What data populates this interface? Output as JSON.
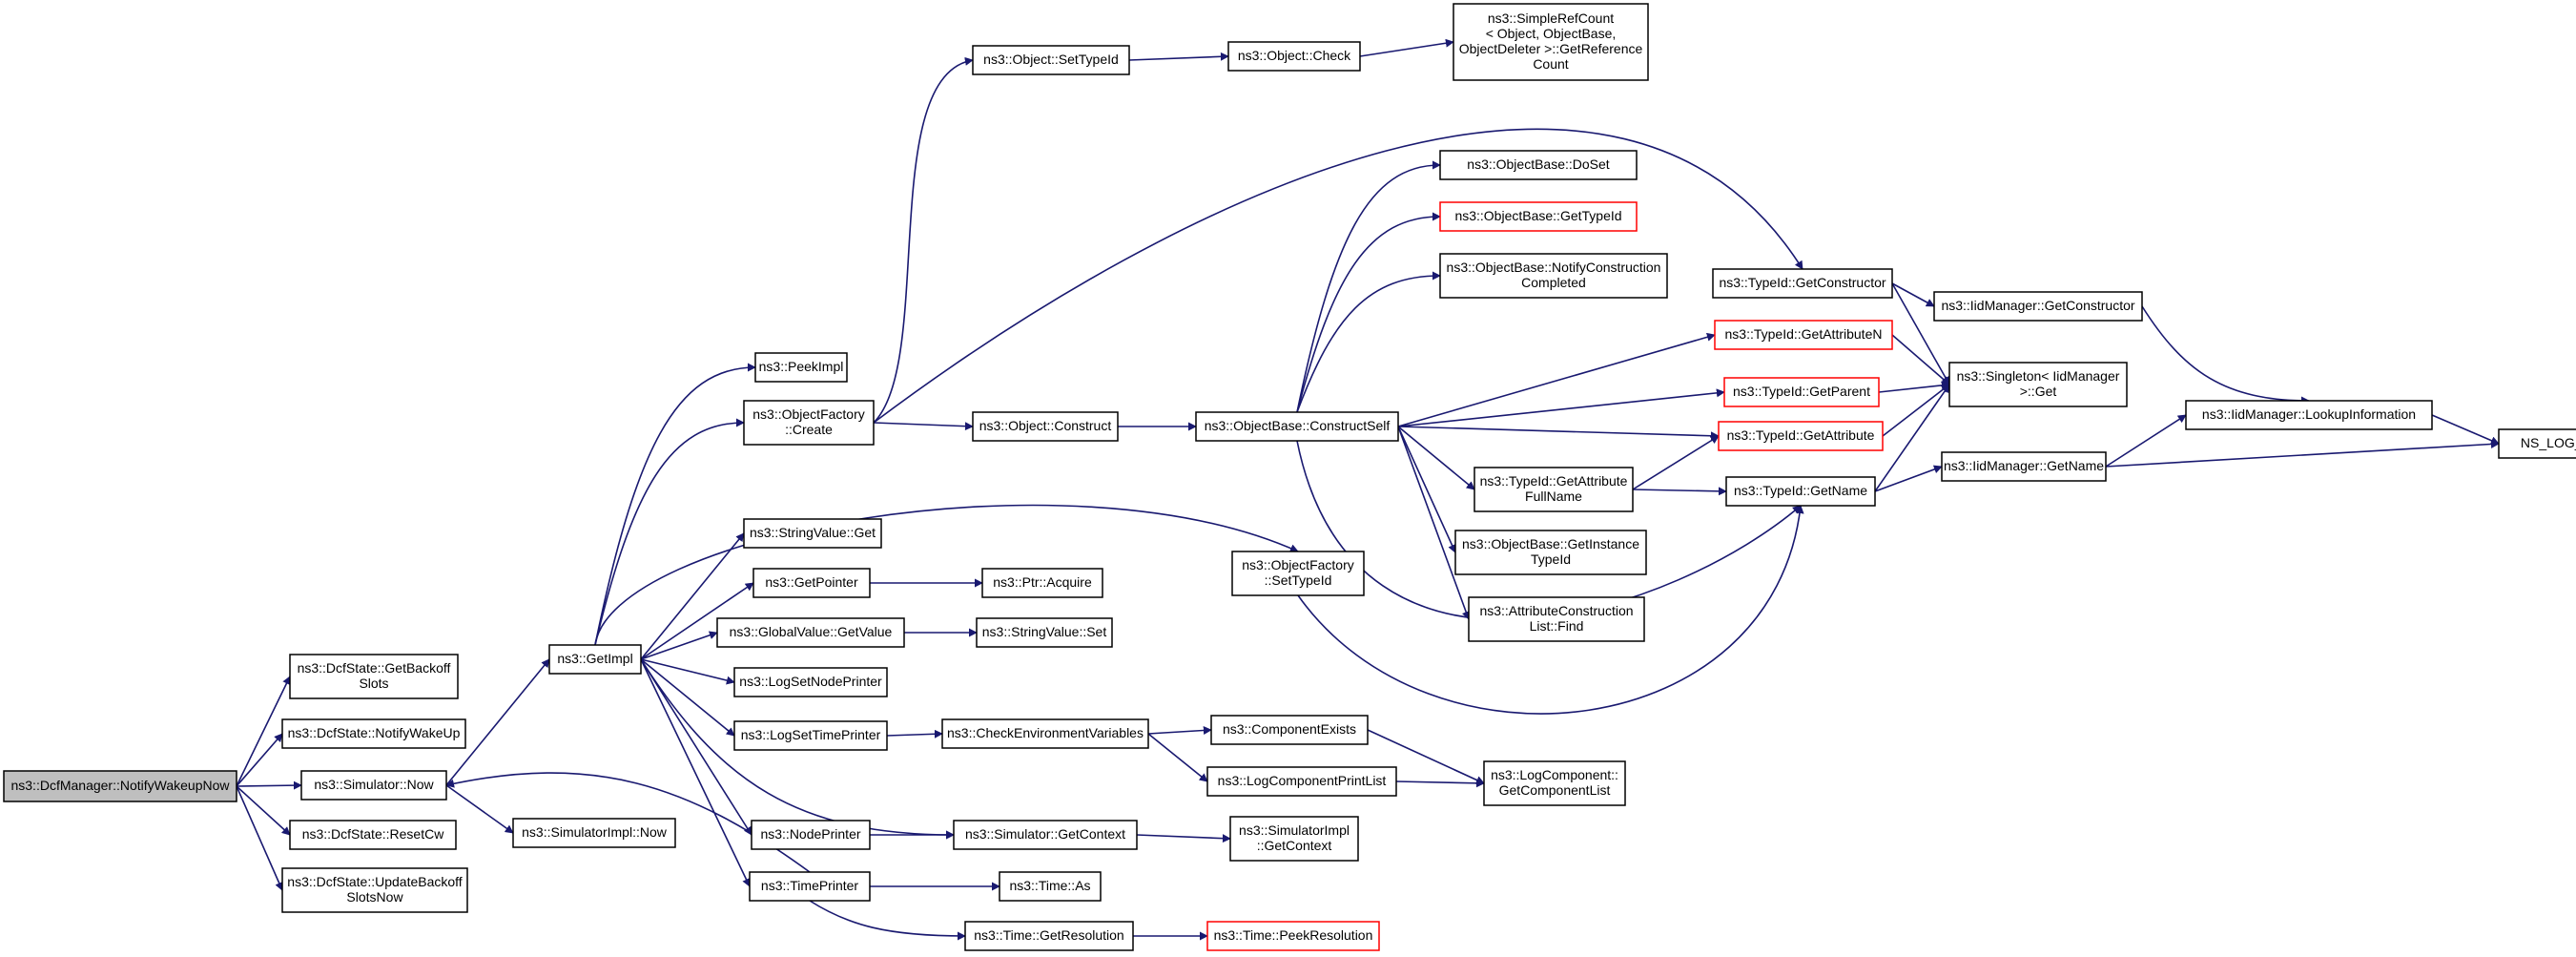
{
  "colors": {
    "edge": "#191970",
    "root_fill": "#bfbfbf",
    "red_border": "#ff0000",
    "node_border": "#000000"
  },
  "nodes": [
    {
      "id": "n0",
      "lines": [
        "ns3::DcfManager::NotifyWakeupNow"
      ],
      "style": "root"
    },
    {
      "id": "n1",
      "lines": [
        "ns3::DcfState::GetBackoff",
        "Slots"
      ]
    },
    {
      "id": "n2",
      "lines": [
        "ns3::DcfState::NotifyWakeUp"
      ]
    },
    {
      "id": "n3",
      "lines": [
        "ns3::Simulator::Now"
      ]
    },
    {
      "id": "n4",
      "lines": [
        "ns3::DcfState::ResetCw"
      ]
    },
    {
      "id": "n5",
      "lines": [
        "ns3::DcfState::UpdateBackoff",
        "SlotsNow"
      ]
    },
    {
      "id": "n6",
      "lines": [
        "ns3::GetImpl"
      ]
    },
    {
      "id": "n7",
      "lines": [
        "ns3::SimulatorImpl::Now"
      ]
    },
    {
      "id": "n8",
      "lines": [
        "ns3::PeekImpl"
      ]
    },
    {
      "id": "n9",
      "lines": [
        "ns3::ObjectFactory",
        "::Create"
      ]
    },
    {
      "id": "n10",
      "lines": [
        "ns3::StringValue::Get"
      ]
    },
    {
      "id": "n11",
      "lines": [
        "ns3::GetPointer"
      ]
    },
    {
      "id": "n12",
      "lines": [
        "ns3::GlobalValue::GetValue"
      ]
    },
    {
      "id": "n13",
      "lines": [
        "ns3::LogSetNodePrinter"
      ]
    },
    {
      "id": "n14",
      "lines": [
        "ns3::LogSetTimePrinter"
      ]
    },
    {
      "id": "n15",
      "lines": [
        "ns3::NodePrinter"
      ]
    },
    {
      "id": "n16",
      "lines": [
        "ns3::TimePrinter"
      ]
    },
    {
      "id": "n17",
      "lines": [
        "ns3::Object::SetTypeId"
      ]
    },
    {
      "id": "n18",
      "lines": [
        "ns3::Object::Construct"
      ]
    },
    {
      "id": "n19",
      "lines": [
        "ns3::Ptr::Acquire"
      ]
    },
    {
      "id": "n20",
      "lines": [
        "ns3::StringValue::Set"
      ]
    },
    {
      "id": "n21",
      "lines": [
        "ns3::CheckEnvironmentVariables"
      ]
    },
    {
      "id": "n22",
      "lines": [
        "ns3::Simulator::GetContext"
      ]
    },
    {
      "id": "n23",
      "lines": [
        "ns3::Time::As"
      ]
    },
    {
      "id": "n24",
      "lines": [
        "ns3::Time::GetResolution"
      ]
    },
    {
      "id": "n25",
      "lines": [
        "ns3::Object::Check"
      ]
    },
    {
      "id": "n26",
      "lines": [
        "ns3::ObjectBase::ConstructSelf"
      ]
    },
    {
      "id": "n27",
      "lines": [
        "ns3::ObjectFactory",
        "::SetTypeId"
      ]
    },
    {
      "id": "n28",
      "lines": [
        "ns3::ComponentExists"
      ]
    },
    {
      "id": "n29",
      "lines": [
        "ns3::LogComponentPrintList"
      ]
    },
    {
      "id": "n30",
      "lines": [
        "ns3::SimulatorImpl",
        "::GetContext"
      ]
    },
    {
      "id": "n31",
      "lines": [
        "ns3::Time::PeekResolution"
      ],
      "style": "red"
    },
    {
      "id": "n32",
      "lines": [
        "ns3::SimpleRefCount",
        "< Object, ObjectBase,",
        "ObjectDeleter >::GetReference",
        "Count"
      ]
    },
    {
      "id": "n33",
      "lines": [
        "ns3::ObjectBase::DoSet"
      ]
    },
    {
      "id": "n34",
      "lines": [
        "ns3::ObjectBase::GetTypeId"
      ],
      "style": "red"
    },
    {
      "id": "n35",
      "lines": [
        "ns3::ObjectBase::NotifyConstruction",
        "Completed"
      ]
    },
    {
      "id": "n36",
      "lines": [
        "ns3::TypeId::GetAttribute",
        "FullName"
      ]
    },
    {
      "id": "n37",
      "lines": [
        "ns3::ObjectBase::GetInstance",
        "TypeId"
      ]
    },
    {
      "id": "n38",
      "lines": [
        "ns3::AttributeConstruction",
        "List::Find"
      ]
    },
    {
      "id": "n39",
      "lines": [
        "ns3::LogComponent::",
        "GetComponentList"
      ]
    },
    {
      "id": "n40",
      "lines": [
        "ns3::TypeId::GetConstructor"
      ]
    },
    {
      "id": "n41",
      "lines": [
        "ns3::TypeId::GetAttributeN"
      ],
      "style": "red"
    },
    {
      "id": "n42",
      "lines": [
        "ns3::TypeId::GetParent"
      ],
      "style": "red"
    },
    {
      "id": "n43",
      "lines": [
        "ns3::TypeId::GetAttribute"
      ],
      "style": "red"
    },
    {
      "id": "n44",
      "lines": [
        "ns3::TypeId::GetName"
      ]
    },
    {
      "id": "n45",
      "lines": [
        "ns3::IidManager::GetConstructor"
      ]
    },
    {
      "id": "n46",
      "lines": [
        "ns3::Singleton< IidManager",
        ">::Get"
      ]
    },
    {
      "id": "n47",
      "lines": [
        "ns3::IidManager::GetName"
      ]
    },
    {
      "id": "n48",
      "lines": [
        "ns3::IidManager::LookupInformation"
      ]
    },
    {
      "id": "n49",
      "lines": [
        "NS_LOG_LOGIC"
      ]
    }
  ]
}
